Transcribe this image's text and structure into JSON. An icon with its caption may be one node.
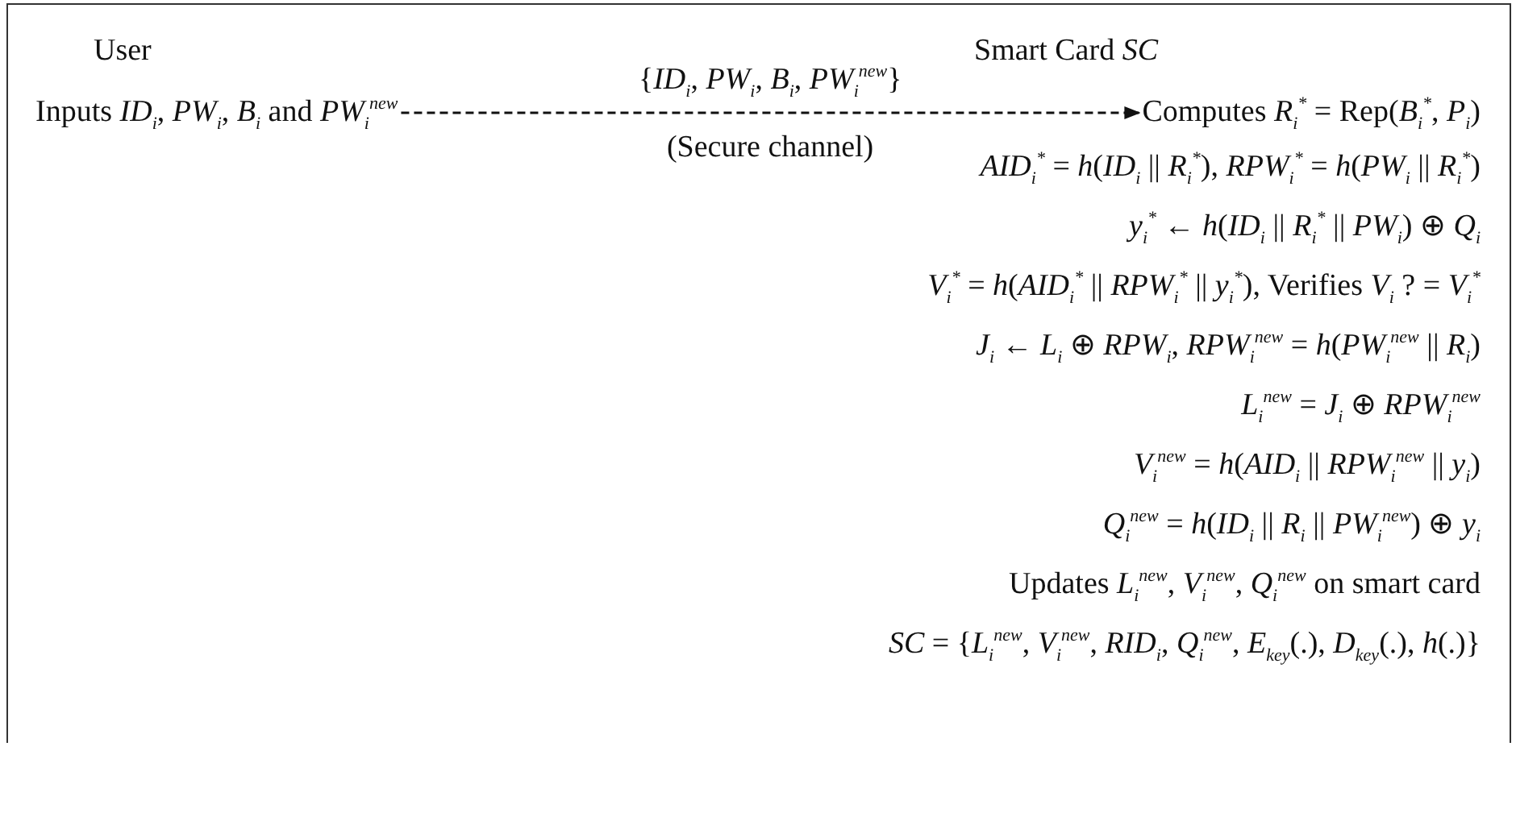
{
  "diagram": {
    "nodes": [
      {
        "text": [
          "Inputs *ID*$_{i}$, *PW*$_{i}$, *B*$_{i}$ and *PW*$_{i}$$^{new}$"
        ]
      },
      {
        "text": [
          "Computes *R*$_{i}$$^{*}$ = Rep(*B*$_{i}$$^{*}$, *P*$_{i}$)"
        ]
      }
    ],
    "edges": [
      {
        "from": 0,
        "to": 1,
        "arrow": "to",
        "style": "dashed",
        "label": "{*ID*$_{i}$, *PW*$_{i}$, *B*$_{i}$, *PW*$_{i}$$^{new}$}"
      }
    ],
    "labels": [
      "User",
      "Smart Card *SC*",
      "(Secure channel)",
      "*AID*$_{i}$$^{*}$ = *h*(*ID*$_{i}$ || *R*$_{i}$$^{*}$), *RPW*$_{i}$$^{*}$ = *h*(*PW*$_{i}$ || *R*$_{i}$$^{*}$)",
      "*y*$_{i}$$^{*}$ ← *h*(*ID*$_{i}$ || *R*$_{i}$$^{*}$ || *PW*$_{i}$) ⊕ *Q*$_{i}$",
      "*V*$_{i}$$^{*}$ = *h*(*AID*$_{i}$$^{*}$ || *RPW*$_{i}$$^{*}$ || *y*$_{i}$$^{*}$), Verifies *V*$_{i}$ ? = *V*$_{i}$$^{*}$",
      "*J*$_{i}$ ← *L*$_{i}$ ⊕ *RPW*$_{i}$, *RPW*$_{i}$$^{new}$ = *h*(*PW*$_{i}$$^{new}$ || *R*$_{i}$)",
      "*L*$_{i}$$^{new}$ = *J*$_{i}$ ⊕ *RPW*$_{i}$$^{new}$",
      "*V*$_{i}$$^{new}$ = *h*(*AID*$_{i}$ || *RPW*$_{i}$$^{new}$ || *y*$_{i}$)",
      "*Q*$_{i}$$^{new}$ = *h*(*ID*$_{i}$ || *R*$_{i}$ || *PW*$_{i}$$^{new}$) ⊕ *y*$_{i}$",
      "Updates *L*$_{i}$$^{new}$, *V*$_{i}$$^{new}$, *Q*$_{i}$$^{new}$ on smart card",
      "*SC* = {*L*$_{i}$$^{new}$, *V*$_{i}$$^{new}$, *RID*$_{i}$, *Q*$_{i}$$^{new}$, *E*$_{key}$(.), *D*$_{key}$(.), *h*(.)}"
    ]
  }
}
